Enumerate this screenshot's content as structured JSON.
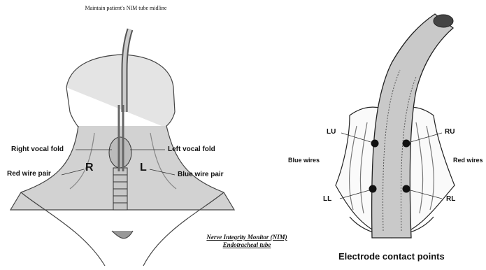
{
  "left_diagram": {
    "top_note": "Maintain patient's NIM tube midline",
    "right_vocal_fold": "Right vocal fold",
    "left_vocal_fold": "Left vocal fold",
    "red_wire_pair": "Red wire pair",
    "blue_wire_pair": "Blue wire pair",
    "side_r": "R",
    "side_l": "L",
    "caption_line1": "Nerve Integrity Monitor (NIM)",
    "caption_line2": "Endotracheal tube"
  },
  "right_diagram": {
    "lu": "LU",
    "ru": "RU",
    "ll": "LL",
    "rl": "RL",
    "blue_wires": "Blue wires",
    "red_wires": "Red wires",
    "caption": "Electrode contact points"
  }
}
